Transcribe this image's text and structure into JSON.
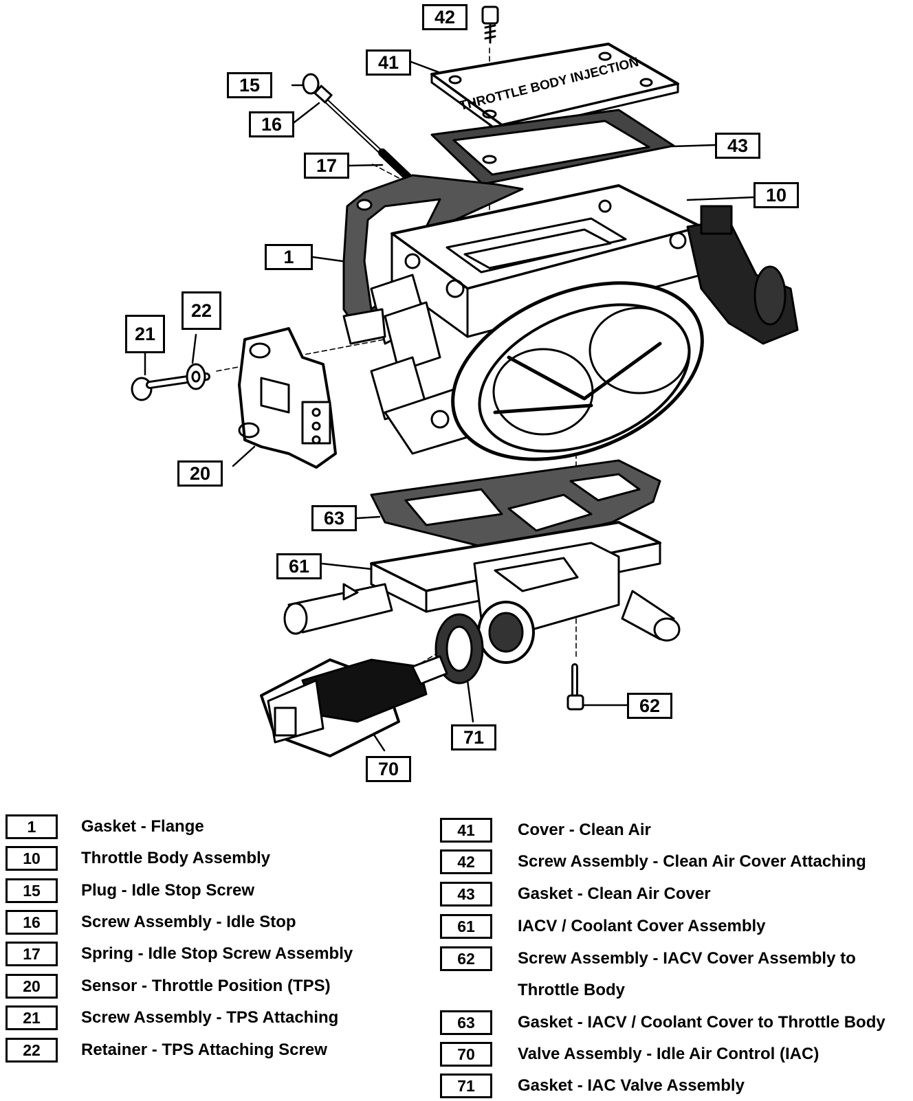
{
  "diagram": {
    "callouts": {
      "c42": "42",
      "c41": "41",
      "c15": "15",
      "c16": "16",
      "c17": "17",
      "c43": "43",
      "c10": "10",
      "c1": "1",
      "c22": "22",
      "c21": "21",
      "c20": "20",
      "c63": "63",
      "c61": "61",
      "c62": "62",
      "c71": "71",
      "c70": "70"
    },
    "cover_embossed_text": "THROTTLE BODY INJECTION"
  },
  "legend": {
    "left": [
      {
        "num": "1",
        "desc": "Gasket - Flange"
      },
      {
        "num": "10",
        "desc": "Throttle Body Assembly"
      },
      {
        "num": "15",
        "desc": "Plug - Idle Stop Screw"
      },
      {
        "num": "16",
        "desc": "Screw Assembly - Idle Stop"
      },
      {
        "num": "17",
        "desc": "Spring - Idle Stop Screw Assembly"
      },
      {
        "num": "20",
        "desc": "Sensor - Throttle Position  (TPS)"
      },
      {
        "num": "21",
        "desc": "Screw Assembly - TPS Attaching"
      },
      {
        "num": "22",
        "desc": "Retainer - TPS Attaching Screw"
      }
    ],
    "right": [
      {
        "num": "41",
        "desc": "Cover - Clean Air"
      },
      {
        "num": "42",
        "desc": "Screw Assembly - Clean Air Cover Attaching"
      },
      {
        "num": "43",
        "desc": "Gasket - Clean Air Cover"
      },
      {
        "num": "61",
        "desc": "IACV / Coolant Cover Assembly"
      },
      {
        "num": "62",
        "desc": "Screw Assembly - IACV Cover Assembly to"
      },
      {
        "num": "",
        "desc": "Throttle Body"
      },
      {
        "num": "63",
        "desc": "Gasket - IACV / Coolant Cover to Throttle Body"
      },
      {
        "num": "70",
        "desc": "Valve Assembly - Idle Air Control (IAC)"
      },
      {
        "num": "71",
        "desc": "Gasket - IAC Valve Assembly"
      }
    ]
  }
}
